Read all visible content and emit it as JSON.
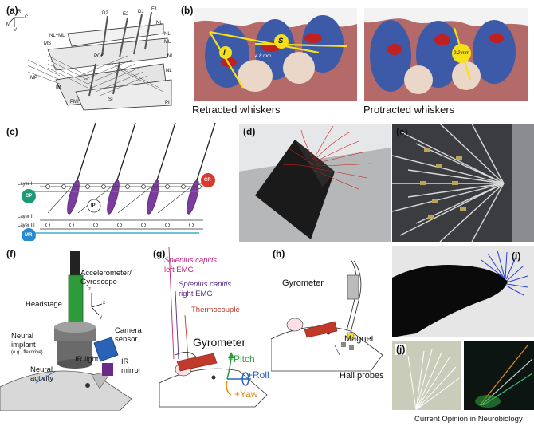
{
  "panels": {
    "a": {
      "label": "(a)",
      "axis": [
        "C",
        "M",
        "V",
        "R"
      ],
      "muscles": [
        "D2",
        "E2",
        "D1",
        "E1",
        "NL+ML",
        "MS",
        "NL",
        "NL",
        "ML",
        "MP",
        "POO",
        "IM",
        "PMI",
        "PI",
        "NL",
        "NL",
        "SI"
      ]
    },
    "b": {
      "label": "(b)",
      "left_caption": "Retracted whiskers",
      "right_caption": "Protracted whiskers",
      "s_label": "S",
      "l_label": "l",
      "left_measure": "4.8 mm",
      "right_measure": "2.2 mm"
    },
    "c": {
      "label": "(c)",
      "layers": [
        "Layer  I",
        "Layer  II",
        "Layer  III"
      ],
      "cp": "CP",
      "cr": "CR",
      "ip": "IP",
      "mr": "MR"
    },
    "d": {
      "label": "(d)"
    },
    "e": {
      "label": "(e)"
    },
    "f": {
      "label": "(f)",
      "accelerometer": "Accelerometer/\nGyroscope",
      "headstage": "Headstage",
      "neural_implant": "Neural\nimplant",
      "flexdrive": "(e.g., flexdrive)",
      "camera": "Camera\nsensor",
      "ir_light": "IR light",
      "ir_mirror": "IR\nmirror",
      "neural_activity": "Neural\nactivity",
      "axes": [
        "z",
        "x",
        "y"
      ]
    },
    "g": {
      "label": "(g)",
      "splenius_left_1": "Splenius capitis",
      "splenius_left_2": "left EMG",
      "splenius_right_1": "Splenius capitis",
      "splenius_right_2": "right EMG",
      "thermocouple": "Thermocouple",
      "gyrometer": "Gyrometer",
      "pitch": "+Pitch",
      "roll": "+Roll",
      "yaw": "+Yaw"
    },
    "h": {
      "label": "(h)",
      "gyrometer": "Gyrometer",
      "magnet": "Magnet",
      "hall": "Hall probes"
    },
    "i": {
      "label": "(i)"
    },
    "j": {
      "label": "(j)"
    }
  },
  "footer": {
    "journal": "Current Opinion in Neurobiology"
  },
  "colors": {
    "accent_red": "#c0392b",
    "accent_green": "#2e9b3a",
    "accent_blue": "#2a62b8",
    "accent_pink": "#c2227a",
    "accent_purple": "#5a2a8a",
    "accent_orange": "#e08a1e"
  }
}
